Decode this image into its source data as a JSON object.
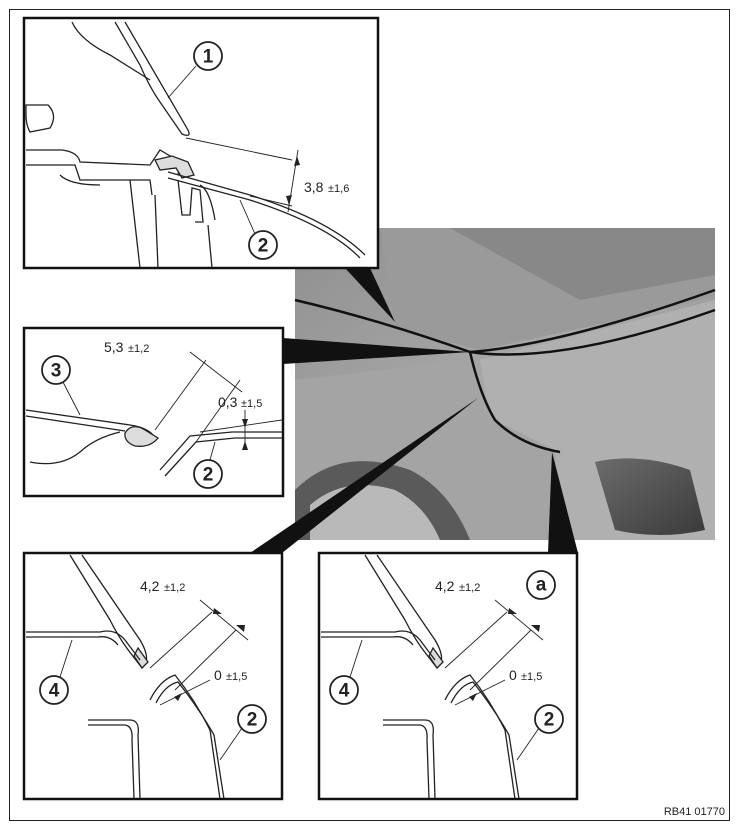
{
  "callouts": {
    "c1": "1",
    "c2": "2",
    "c3": "3",
    "c4": "4",
    "ca": "a"
  },
  "dimensions": {
    "top": {
      "value": "3,8",
      "tolerance": "±1,6"
    },
    "mid_gap": {
      "value": "5,3",
      "tolerance": "±1,2"
    },
    "mid_flush": {
      "value": "0,3",
      "tolerance": "±1,5"
    },
    "bottom_gap": {
      "value": "4,2",
      "tolerance": "±1,2"
    },
    "bottom_flush": {
      "value": "0",
      "tolerance": "±1,5"
    }
  },
  "reference": "RB41 01770"
}
